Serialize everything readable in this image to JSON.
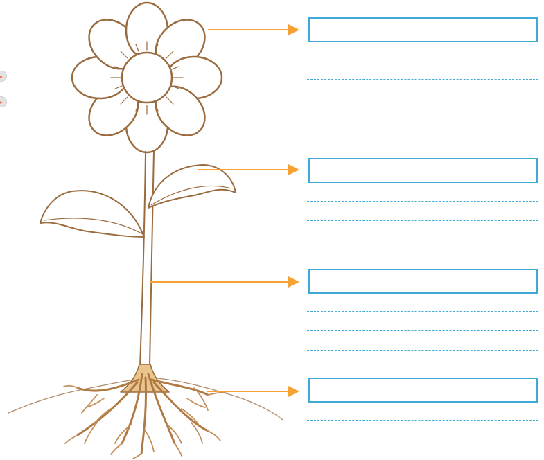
{
  "diagram": {
    "colors": {
      "outline": "#9a6b3e",
      "arrow": "#f5a133",
      "answer_border": "#41a9d6",
      "root_fill": "#e9c48b"
    },
    "parts": [
      {
        "id": "flower",
        "answer_value": ""
      },
      {
        "id": "leaf",
        "answer_value": ""
      },
      {
        "id": "stem",
        "answer_value": ""
      },
      {
        "id": "roots",
        "answer_value": ""
      }
    ]
  }
}
